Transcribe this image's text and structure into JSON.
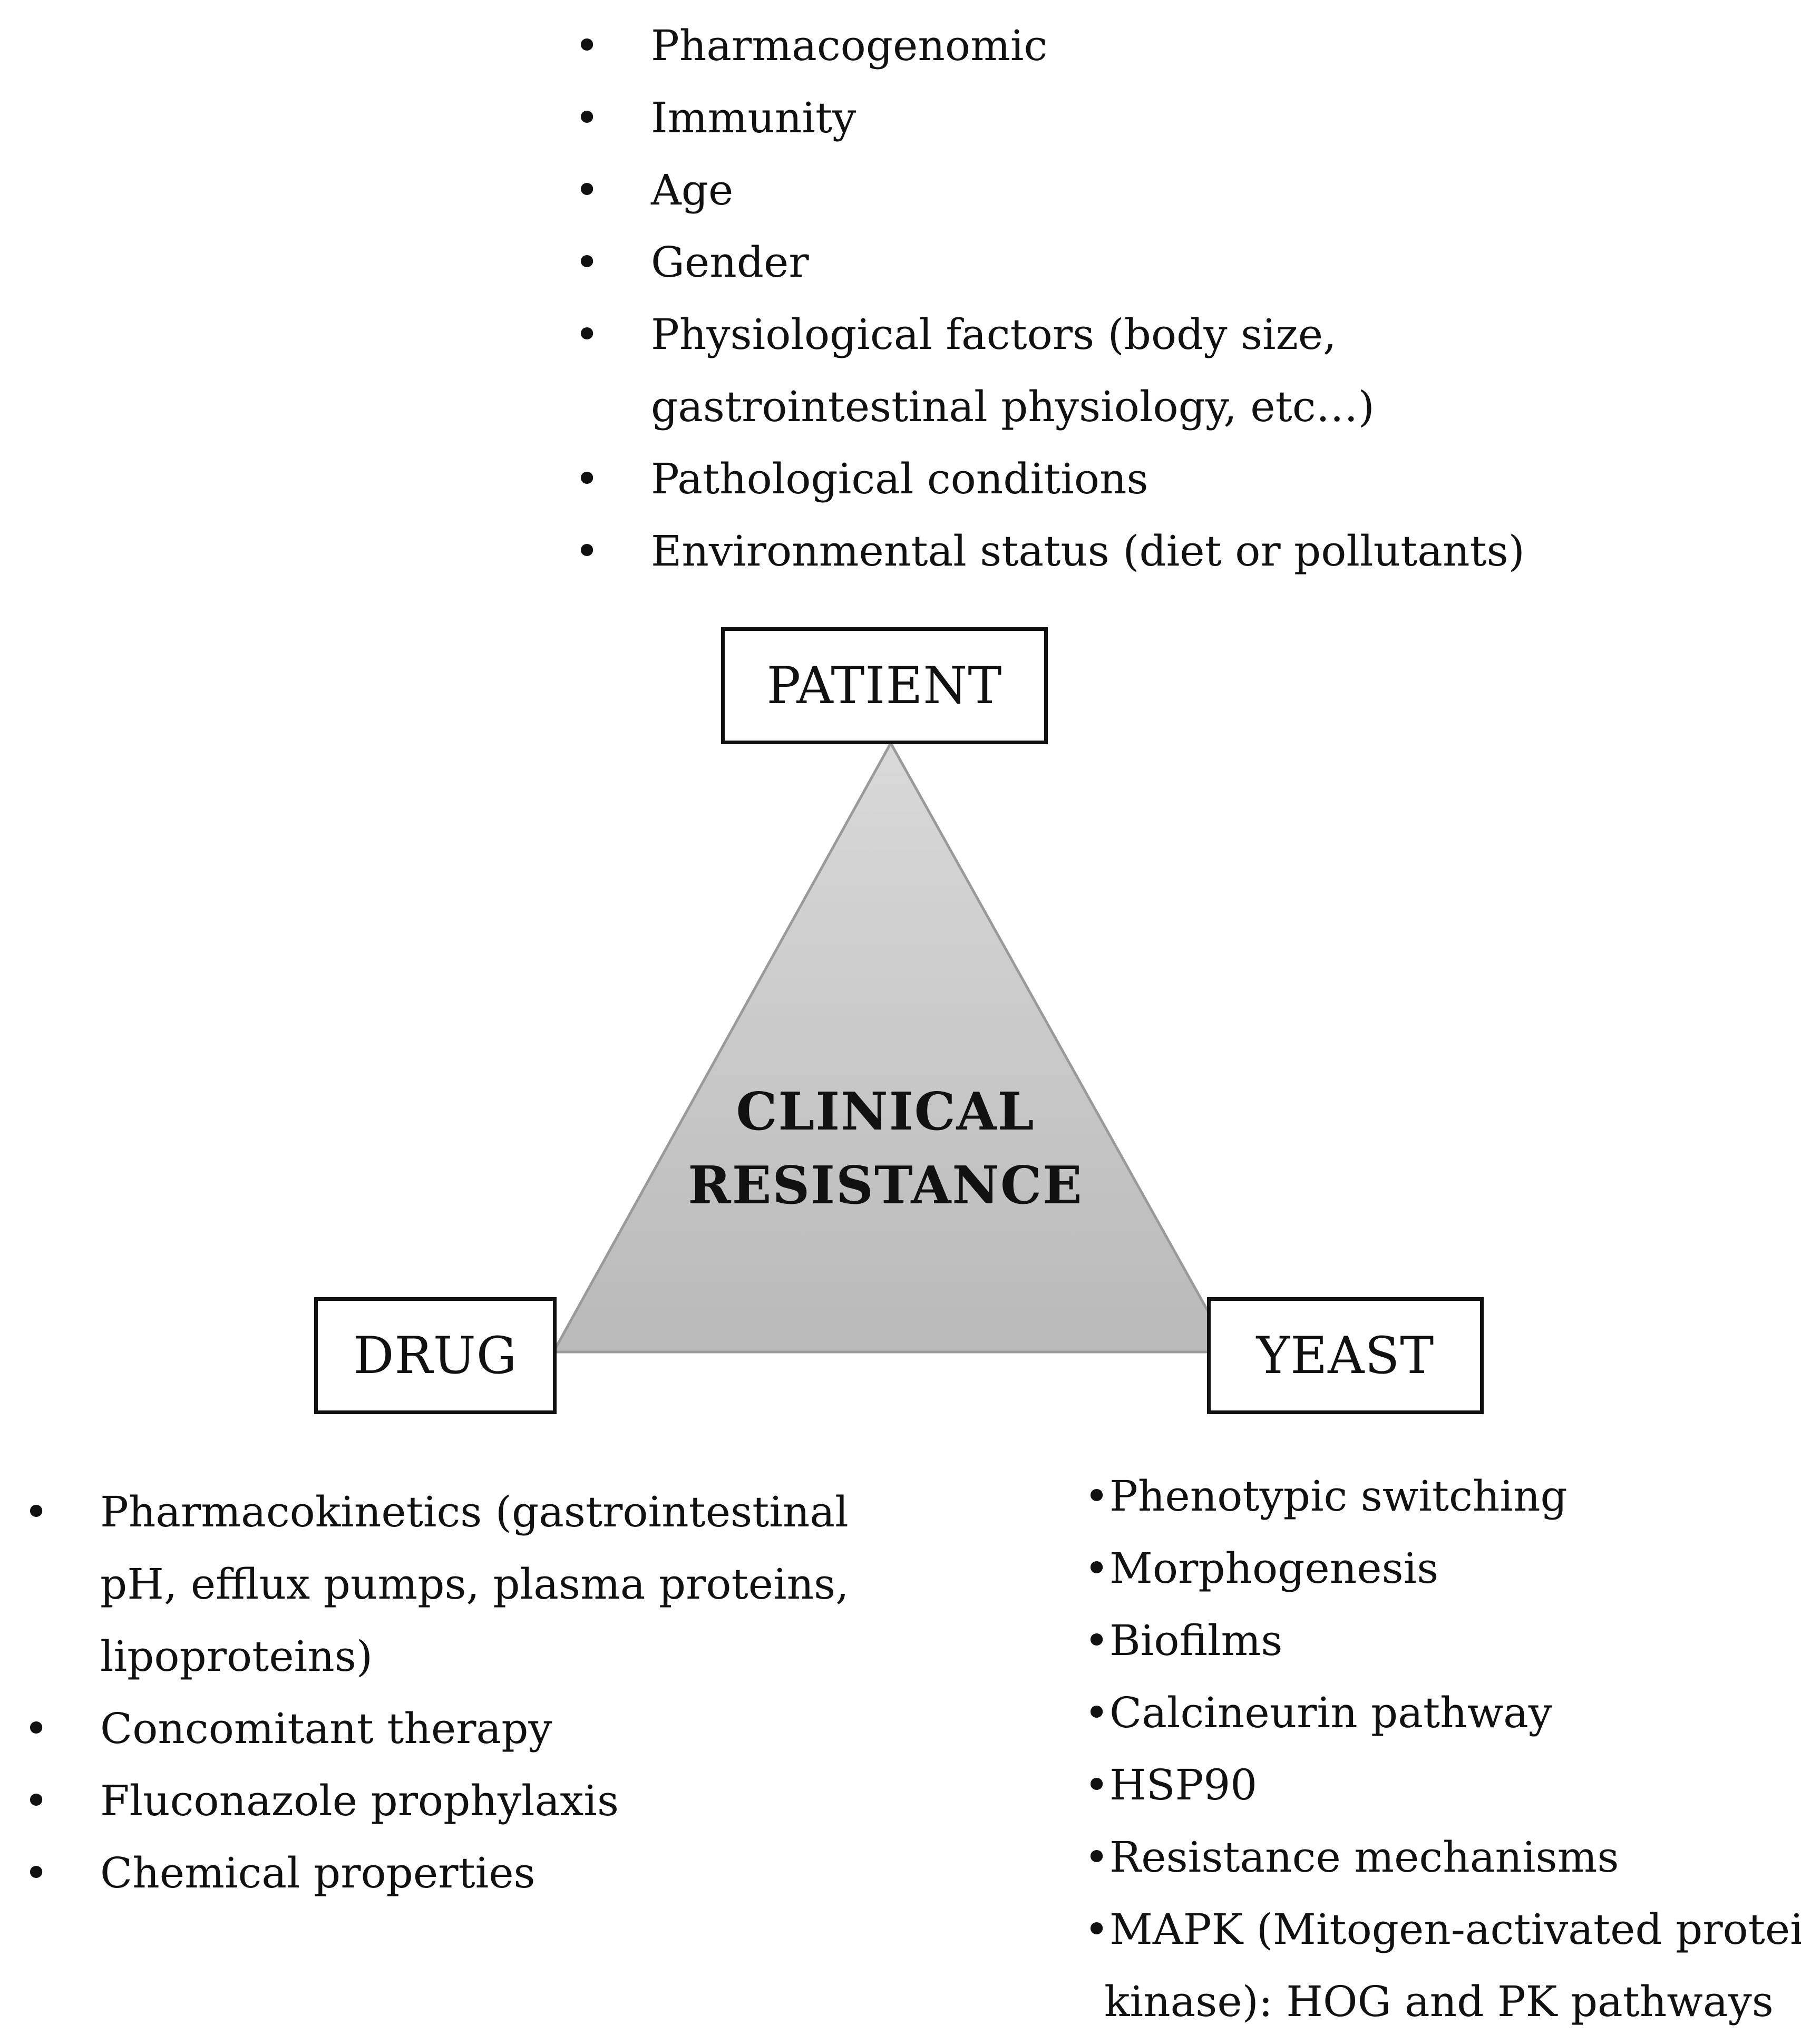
{
  "diagram": {
    "center_label_line1": "CLINICAL",
    "center_label_line2": "RESISTANCE",
    "nodes": {
      "patient": "PATIENT",
      "drug": "DRUG",
      "yeast": "YEAST"
    },
    "patient_factors": [
      "Pharmacogenomic",
      "Immunity",
      "Age",
      "Gender",
      "Physiological factors (body size,",
      "gastrointestinal physiology, etc…)",
      "Pathological conditions",
      "Environmental status (diet or pollutants)"
    ],
    "drug_factors": [
      "Pharmacokinetics (gastrointestinal",
      "pH, efflux pumps, plasma proteins,",
      "lipoproteins)",
      "Concomitant therapy",
      "Fluconazole prophylaxis",
      "Chemical properties"
    ],
    "yeast_factors": [
      "Phenotypic switching",
      "Morphogenesis",
      "Biofilms",
      "Calcineurin pathway",
      "HSP90",
      "Resistance mechanisms",
      "MAPK (Mitogen-activated protein",
      "kinase): HOG and PK pathways"
    ],
    "bullet_glyph": "•",
    "colors": {
      "triangle_top": "#d6d6d6",
      "triangle_bottom": "#b8b8b8",
      "triangle_stroke": "#9a9a9a",
      "box_border": "#111111"
    }
  }
}
